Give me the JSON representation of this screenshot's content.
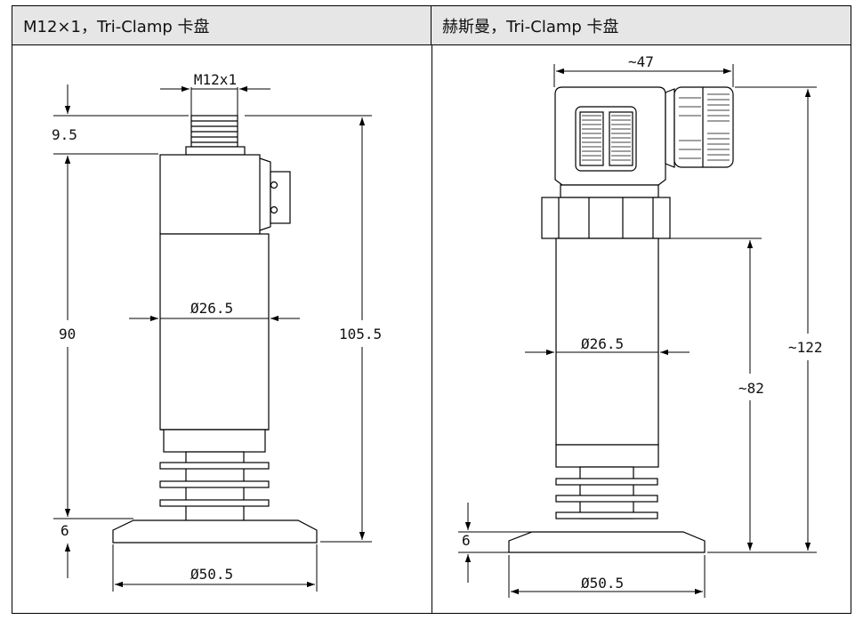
{
  "headers": {
    "left": "M12×1，Tri-Clamp 卡盘",
    "right": "赫斯曼，Tri-Clamp 卡盘"
  },
  "left_dims": {
    "thread": "M12x1",
    "thread_len": "9.5",
    "body_len": "90",
    "total_len": "105.5",
    "body_dia": "Ø26.5",
    "clamp_thk": "6",
    "clamp_dia": "Ø50.5"
  },
  "right_dims": {
    "connector_w": "~47",
    "total_len": "~122",
    "body_len": "~82",
    "body_dia": "Ø26.5",
    "clamp_thk": "6",
    "clamp_dia": "Ø50.5"
  }
}
